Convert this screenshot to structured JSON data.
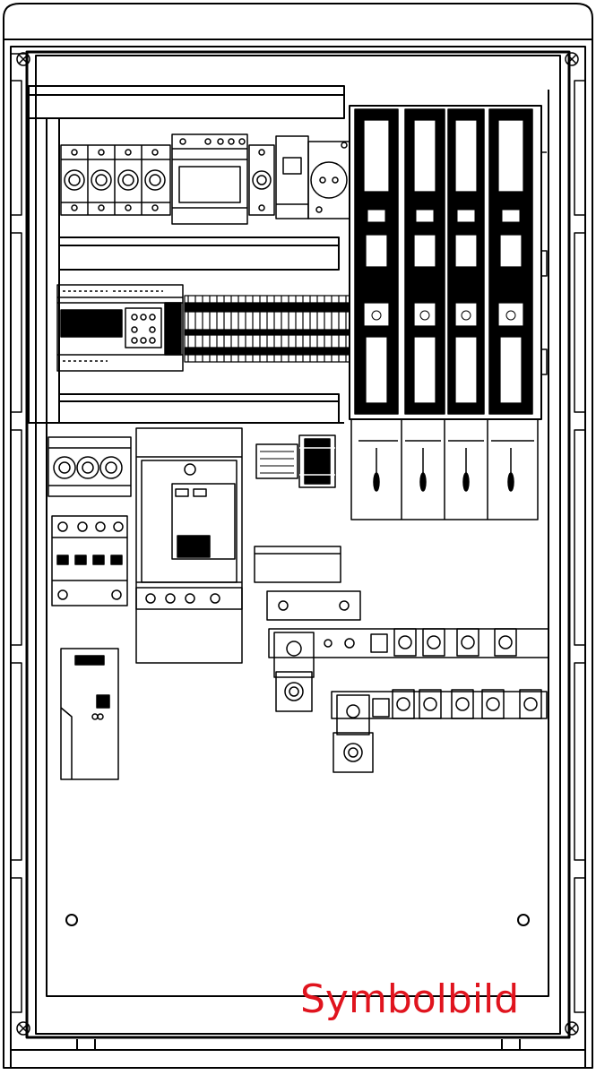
{
  "watermark": {
    "text": "Symbolbild",
    "color": "#e0141e"
  },
  "line_color": "#000000",
  "background": "#ffffff",
  "components": {
    "top_rail": "din-rail",
    "mcb_group": "miniature-circuit-breakers",
    "contactor": "contactor",
    "socket": "service-socket",
    "controller": "programmable-relay",
    "terminal_block": "terminal-strip",
    "fuse_switches": "nh-fuse-switch-disconnectors",
    "surge_protector": "surge-protection-device",
    "meter": "energy-meter",
    "power_supply": "power-supply-unit",
    "pe_bar": "pe-busbar",
    "n_bar": "n-busbar"
  }
}
